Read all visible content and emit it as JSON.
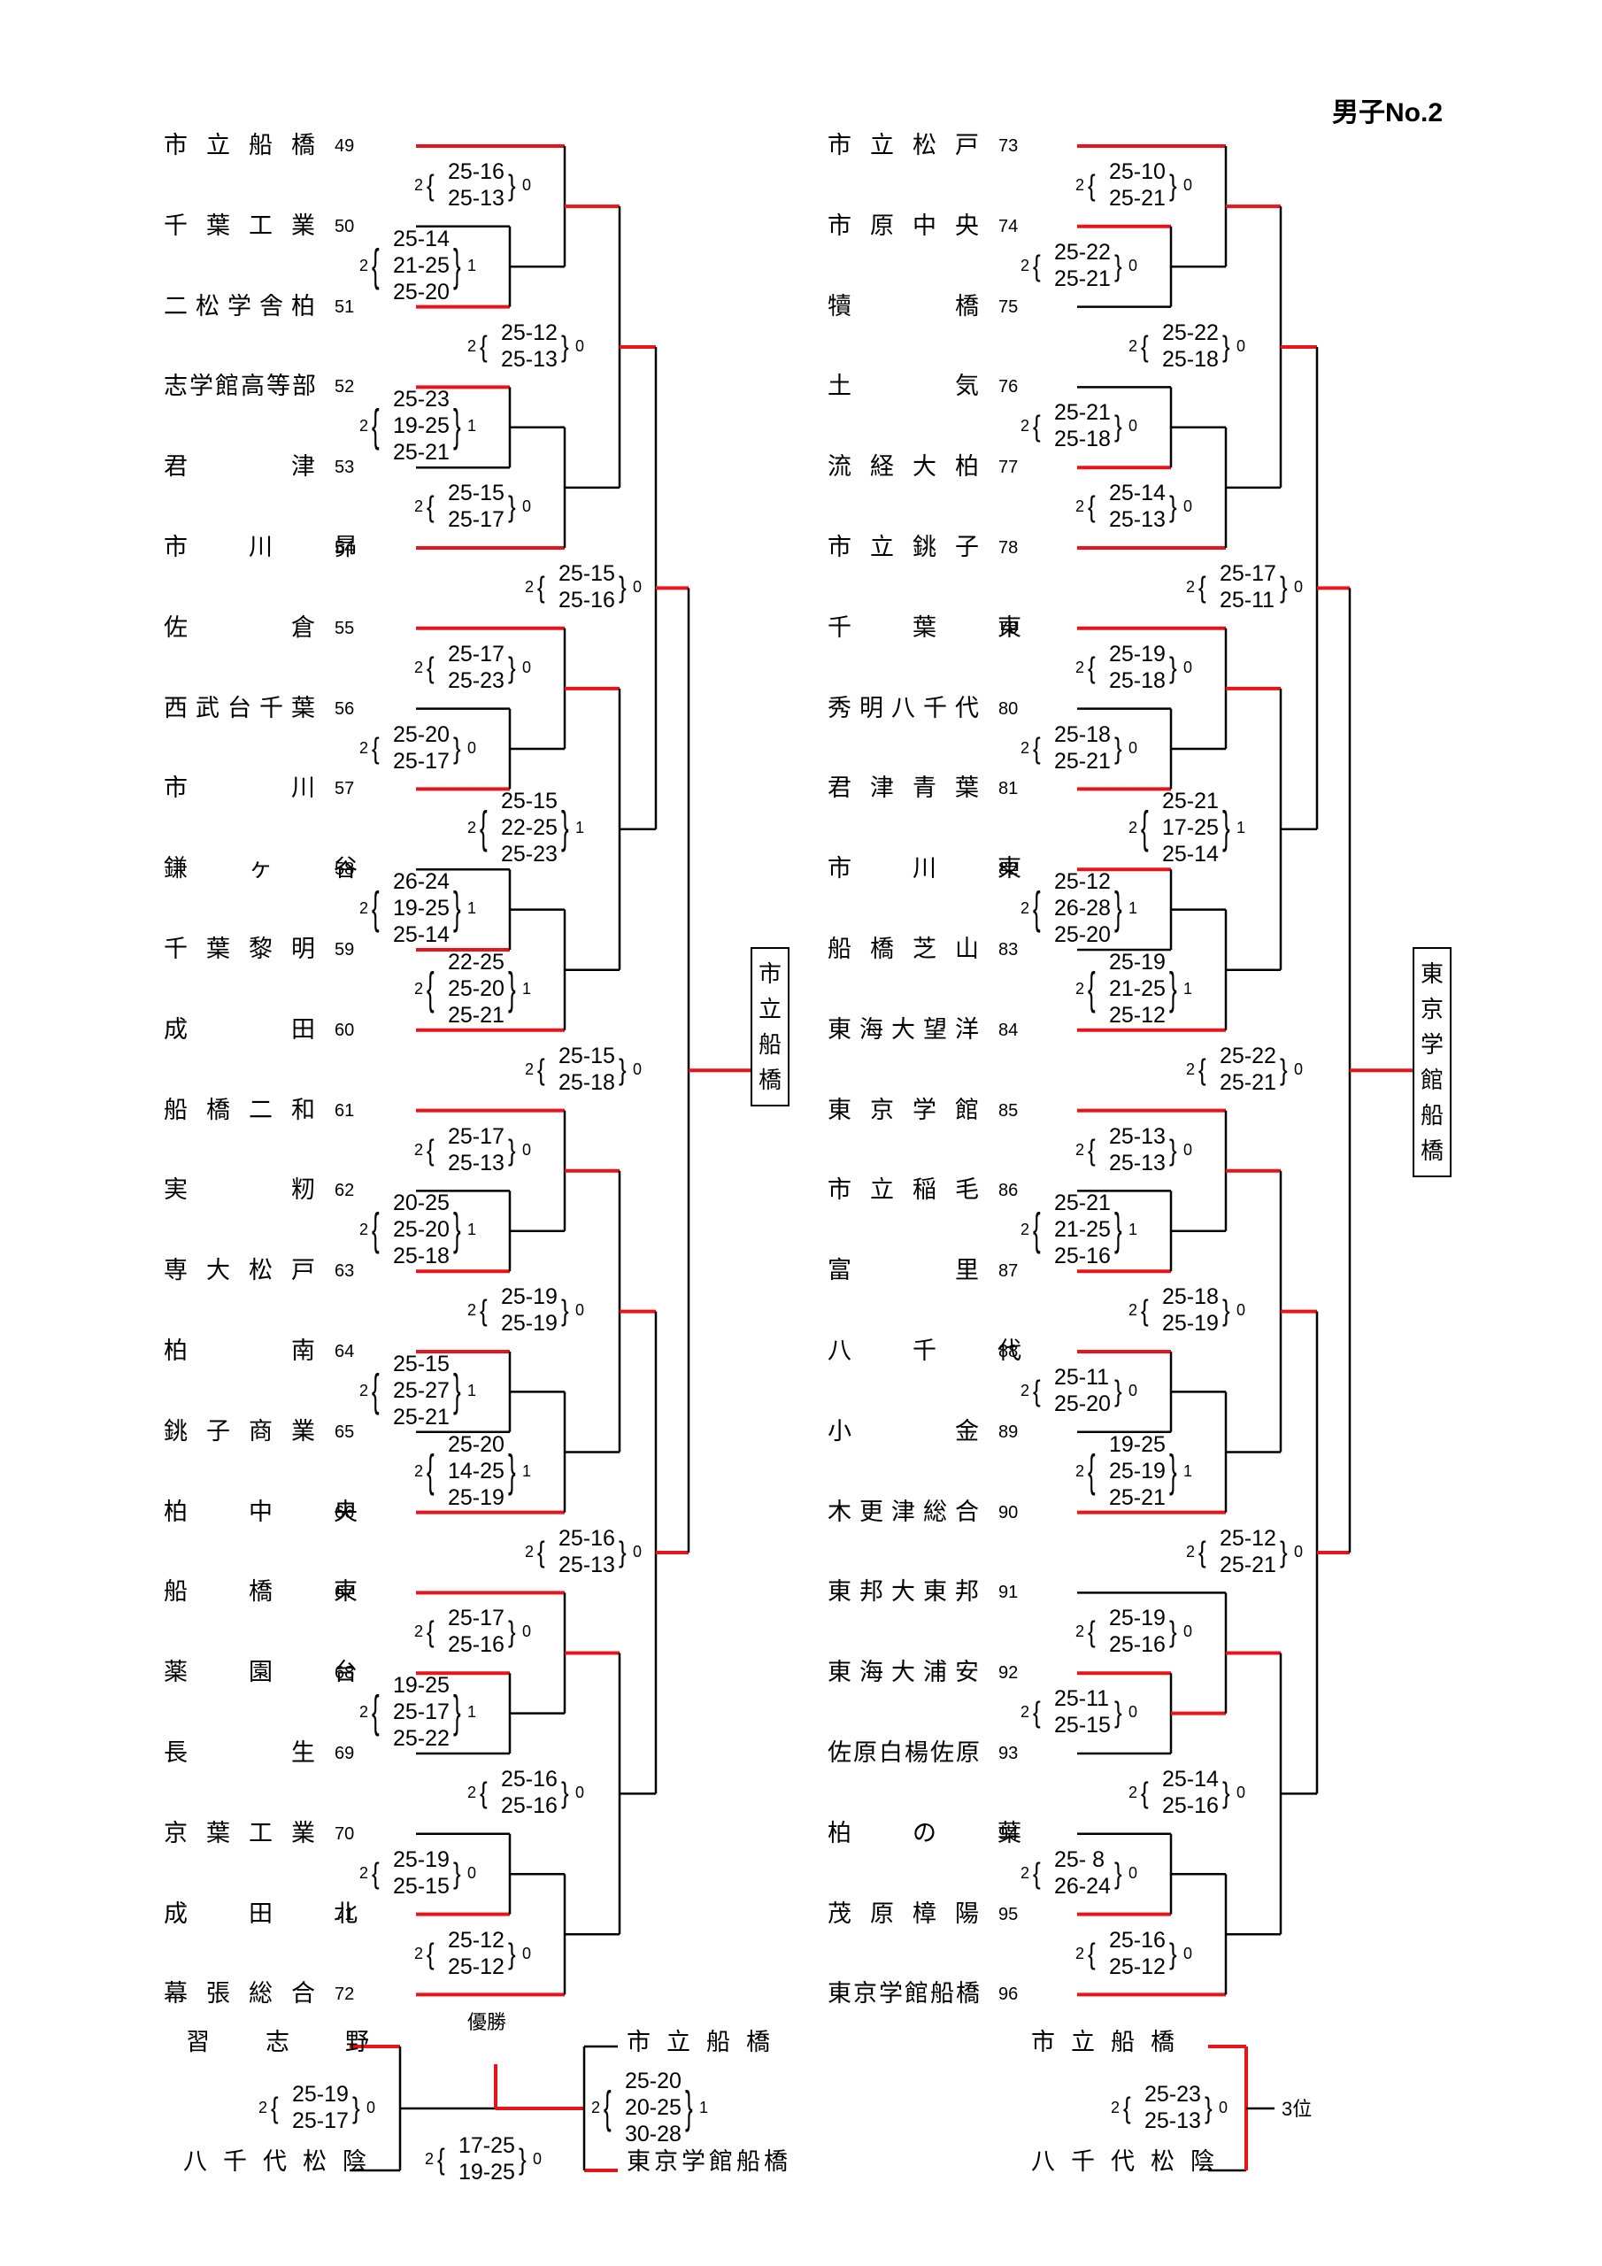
{
  "title": "男子No.2",
  "left_teams": [
    {
      "name": "市立船橋",
      "seed": "49"
    },
    {
      "name": "千葉工業",
      "seed": "50"
    },
    {
      "name": "二松学舎柏",
      "seed": "51"
    },
    {
      "name": "志学館高等部",
      "seed": "52"
    },
    {
      "name": "君　　津",
      "seed": "53"
    },
    {
      "name": "市　川　昴",
      "seed": "54"
    },
    {
      "name": "佐　　倉",
      "seed": "55"
    },
    {
      "name": "西武台千葉",
      "seed": "56"
    },
    {
      "name": "市　　川",
      "seed": "57"
    },
    {
      "name": "鎌　ヶ　谷",
      "seed": "58"
    },
    {
      "name": "千葉黎明",
      "seed": "59"
    },
    {
      "name": "成　　田",
      "seed": "60"
    },
    {
      "name": "船橋二和",
      "seed": "61"
    },
    {
      "name": "実　　籾",
      "seed": "62"
    },
    {
      "name": "専大松戸",
      "seed": "63"
    },
    {
      "name": "柏　　南",
      "seed": "64"
    },
    {
      "name": "銚子商業",
      "seed": "65"
    },
    {
      "name": "柏　中　央",
      "seed": "66"
    },
    {
      "name": "船　橋　東",
      "seed": "67"
    },
    {
      "name": "薬　園　台",
      "seed": "68"
    },
    {
      "name": "長　　生",
      "seed": "69"
    },
    {
      "name": "京葉工業",
      "seed": "70"
    },
    {
      "name": "成　田　北",
      "seed": "71"
    },
    {
      "name": "幕張総合",
      "seed": "72"
    }
  ],
  "right_teams": [
    {
      "name": "市立松戸",
      "seed": "73"
    },
    {
      "name": "市原中央",
      "seed": "74"
    },
    {
      "name": "犢　　橋",
      "seed": "75"
    },
    {
      "name": "土　　気",
      "seed": "76"
    },
    {
      "name": "流経大柏",
      "seed": "77"
    },
    {
      "name": "市立銚子",
      "seed": "78"
    },
    {
      "name": "千　葉　東",
      "seed": "79"
    },
    {
      "name": "秀明八千代",
      "seed": "80"
    },
    {
      "name": "君津青葉",
      "seed": "81"
    },
    {
      "name": "市　川　東",
      "seed": "82"
    },
    {
      "name": "船橋芝山",
      "seed": "83"
    },
    {
      "name": "東海大望洋",
      "seed": "84"
    },
    {
      "name": "東京学館",
      "seed": "85"
    },
    {
      "name": "市立稲毛",
      "seed": "86"
    },
    {
      "name": "富　　里",
      "seed": "87"
    },
    {
      "name": "八　千　代",
      "seed": "88"
    },
    {
      "name": "小　　金",
      "seed": "89"
    },
    {
      "name": "木更津総合",
      "seed": "90"
    },
    {
      "name": "東邦大東邦",
      "seed": "91"
    },
    {
      "name": "東海大浦安",
      "seed": "92"
    },
    {
      "name": "佐原白楊佐原",
      "seed": "93"
    },
    {
      "name": "柏　の　葉",
      "seed": "94"
    },
    {
      "name": "茂原樟陽",
      "seed": "95"
    },
    {
      "name": "東京学館船橋",
      "seed": "96"
    }
  ],
  "left_results": [
    {
      "w": "2",
      "l": "0",
      "scores": [
        "25-16",
        "25-13"
      ]
    },
    {
      "w": "2",
      "l": "1",
      "scores": [
        "25-14",
        "21-25",
        "25-20"
      ]
    },
    {
      "w": "2",
      "l": "0",
      "scores": [
        "25-12",
        "25-13"
      ]
    },
    {
      "w": "2",
      "l": "1",
      "scores": [
        "25-23",
        "19-25",
        "25-21"
      ]
    },
    {
      "w": "2",
      "l": "0",
      "scores": [
        "25-15",
        "25-17"
      ]
    },
    {
      "w": "2",
      "l": "0",
      "scores": [
        "25-15",
        "25-16"
      ]
    },
    {
      "w": "2",
      "l": "0",
      "scores": [
        "25-17",
        "25-23"
      ]
    },
    {
      "w": "2",
      "l": "0",
      "scores": [
        "25-20",
        "25-17"
      ]
    },
    {
      "w": "2",
      "l": "1",
      "scores": [
        "25-15",
        "22-25",
        "25-23"
      ]
    },
    {
      "w": "2",
      "l": "1",
      "scores": [
        "26-24",
        "19-25",
        "25-14"
      ]
    },
    {
      "w": "2",
      "l": "1",
      "scores": [
        "22-25",
        "25-20",
        "25-21"
      ]
    },
    {
      "w": "2",
      "l": "0",
      "scores": [
        "25-15",
        "25-18"
      ]
    },
    {
      "w": "2",
      "l": "0",
      "scores": [
        "25-17",
        "25-13"
      ]
    },
    {
      "w": "2",
      "l": "1",
      "scores": [
        "20-25",
        "25-20",
        "25-18"
      ]
    },
    {
      "w": "2",
      "l": "0",
      "scores": [
        "25-19",
        "25-19"
      ]
    },
    {
      "w": "2",
      "l": "1",
      "scores": [
        "25-15",
        "25-27",
        "25-21"
      ]
    },
    {
      "w": "2",
      "l": "1",
      "scores": [
        "25-20",
        "14-25",
        "25-19"
      ]
    },
    {
      "w": "2",
      "l": "0",
      "scores": [
        "25-16",
        "25-13"
      ]
    },
    {
      "w": "2",
      "l": "0",
      "scores": [
        "25-17",
        "25-16"
      ]
    },
    {
      "w": "2",
      "l": "1",
      "scores": [
        "19-25",
        "25-17",
        "25-22"
      ]
    },
    {
      "w": "2",
      "l": "0",
      "scores": [
        "25-16",
        "25-16"
      ]
    },
    {
      "w": "2",
      "l": "0",
      "scores": [
        "25-19",
        "25-15"
      ]
    },
    {
      "w": "2",
      "l": "0",
      "scores": [
        "25-12",
        "25-12"
      ]
    }
  ],
  "right_results": [
    {
      "w": "2",
      "l": "0",
      "scores": [
        "25-10",
        "25-21"
      ]
    },
    {
      "w": "2",
      "l": "0",
      "scores": [
        "25-22",
        "25-21"
      ]
    },
    {
      "w": "2",
      "l": "0",
      "scores": [
        "25-22",
        "25-18"
      ]
    },
    {
      "w": "2",
      "l": "0",
      "scores": [
        "25-21",
        "25-18"
      ]
    },
    {
      "w": "2",
      "l": "0",
      "scores": [
        "25-14",
        "25-13"
      ]
    },
    {
      "w": "2",
      "l": "0",
      "scores": [
        "25-17",
        "25-11"
      ]
    },
    {
      "w": "2",
      "l": "0",
      "scores": [
        "25-19",
        "25-18"
      ]
    },
    {
      "w": "2",
      "l": "0",
      "scores": [
        "25-18",
        "25-21"
      ]
    },
    {
      "w": "2",
      "l": "1",
      "scores": [
        "25-21",
        "17-25",
        "25-14"
      ]
    },
    {
      "w": "2",
      "l": "1",
      "scores": [
        "25-12",
        "26-28",
        "25-20"
      ]
    },
    {
      "w": "2",
      "l": "1",
      "scores": [
        "25-19",
        "21-25",
        "25-12"
      ]
    },
    {
      "w": "2",
      "l": "0",
      "scores": [
        "25-22",
        "25-21"
      ]
    },
    {
      "w": "2",
      "l": "0",
      "scores": [
        "25-13",
        "25-13"
      ]
    },
    {
      "w": "2",
      "l": "1",
      "scores": [
        "25-21",
        "21-25",
        "25-16"
      ]
    },
    {
      "w": "2",
      "l": "0",
      "scores": [
        "25-18",
        "25-19"
      ]
    },
    {
      "w": "2",
      "l": "0",
      "scores": [
        "25-11",
        "25-20"
      ]
    },
    {
      "w": "2",
      "l": "1",
      "scores": [
        "19-25",
        "25-19",
        "25-21"
      ]
    },
    {
      "w": "2",
      "l": "0",
      "scores": [
        "25-12",
        "25-21"
      ]
    },
    {
      "w": "2",
      "l": "0",
      "scores": [
        "25-19",
        "25-16"
      ]
    },
    {
      "w": "2",
      "l": "0",
      "scores": [
        "25-11",
        "25-15"
      ]
    },
    {
      "w": "2",
      "l": "0",
      "scores": [
        "25-14",
        "25-16"
      ]
    },
    {
      "w": "2",
      "l": "0",
      "scores": [
        "25- 8",
        "26-24"
      ]
    },
    {
      "w": "2",
      "l": "0",
      "scores": [
        "25-16",
        "25-12"
      ]
    }
  ],
  "block_winners": {
    "left": "市立船橋",
    "right": "東京学館船橋"
  },
  "final": {
    "label": "優勝",
    "semi1": {
      "top": "習　志　野",
      "bottom": "八千代松陰",
      "w": "2",
      "l": "0",
      "scores": [
        "25-19",
        "25-17"
      ]
    },
    "semi2": {
      "top": "市立船橋",
      "bottom": "東京学館船橋",
      "w": "2",
      "l": "1",
      "scores": [
        "25-20",
        "20-25",
        "30-28"
      ]
    },
    "championship": {
      "w": "2",
      "l": "0",
      "scores": [
        "17-25",
        "19-25"
      ]
    }
  },
  "third_place": {
    "label": "3位",
    "top": "市立船橋",
    "bottom": "八千代松陰",
    "w": "2",
    "l": "0",
    "scores": [
      "25-23",
      "25-13"
    ]
  },
  "colors": {
    "winner_line": "#e8141c",
    "loser_line": "#000000"
  }
}
